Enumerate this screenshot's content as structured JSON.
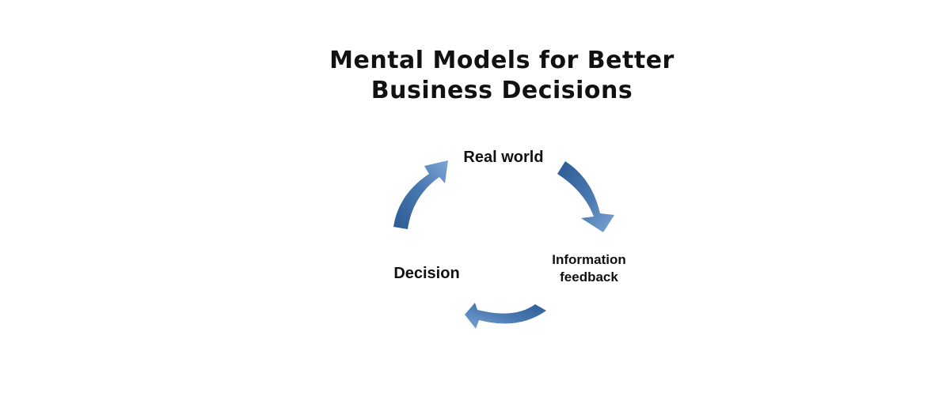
{
  "diagram": {
    "title_line1": "Mental Models for Better",
    "title_line2": "Business Decisions",
    "nodes": {
      "real_world": "Real world",
      "information_feedback_line1": "Information",
      "information_feedback_line2": "feedback",
      "decision": "Decision"
    },
    "arrow_color": "#4a78b0",
    "arrow_color_light": "#7ea6d6",
    "arrow_color_dark": "#2c5a92"
  }
}
